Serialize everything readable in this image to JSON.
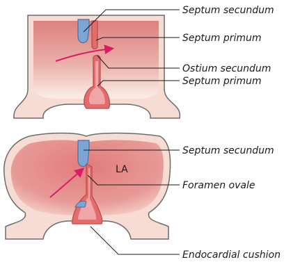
{
  "labels": {
    "septum_secundum_top": "Septum secundum",
    "septum_primum_top": "Septum primum",
    "ostium_secundum": "Ostium secundum",
    "septum_primum_2": "Septum primum",
    "septum_secundum_bottom": "Septum secundum",
    "left_atrium": "LA",
    "foramen_ovale": "Foramen ovale",
    "endocardial_cushion": "Endocardial cushion"
  },
  "colors": {
    "chamber_fill": "#e88a8a",
    "wall_fill": "#f6d9cf",
    "septum_primum": "#e36c6c",
    "septum_secundum": "#7aa5d6",
    "outline": "#6b6b6b",
    "arrow": "#d81c67"
  }
}
